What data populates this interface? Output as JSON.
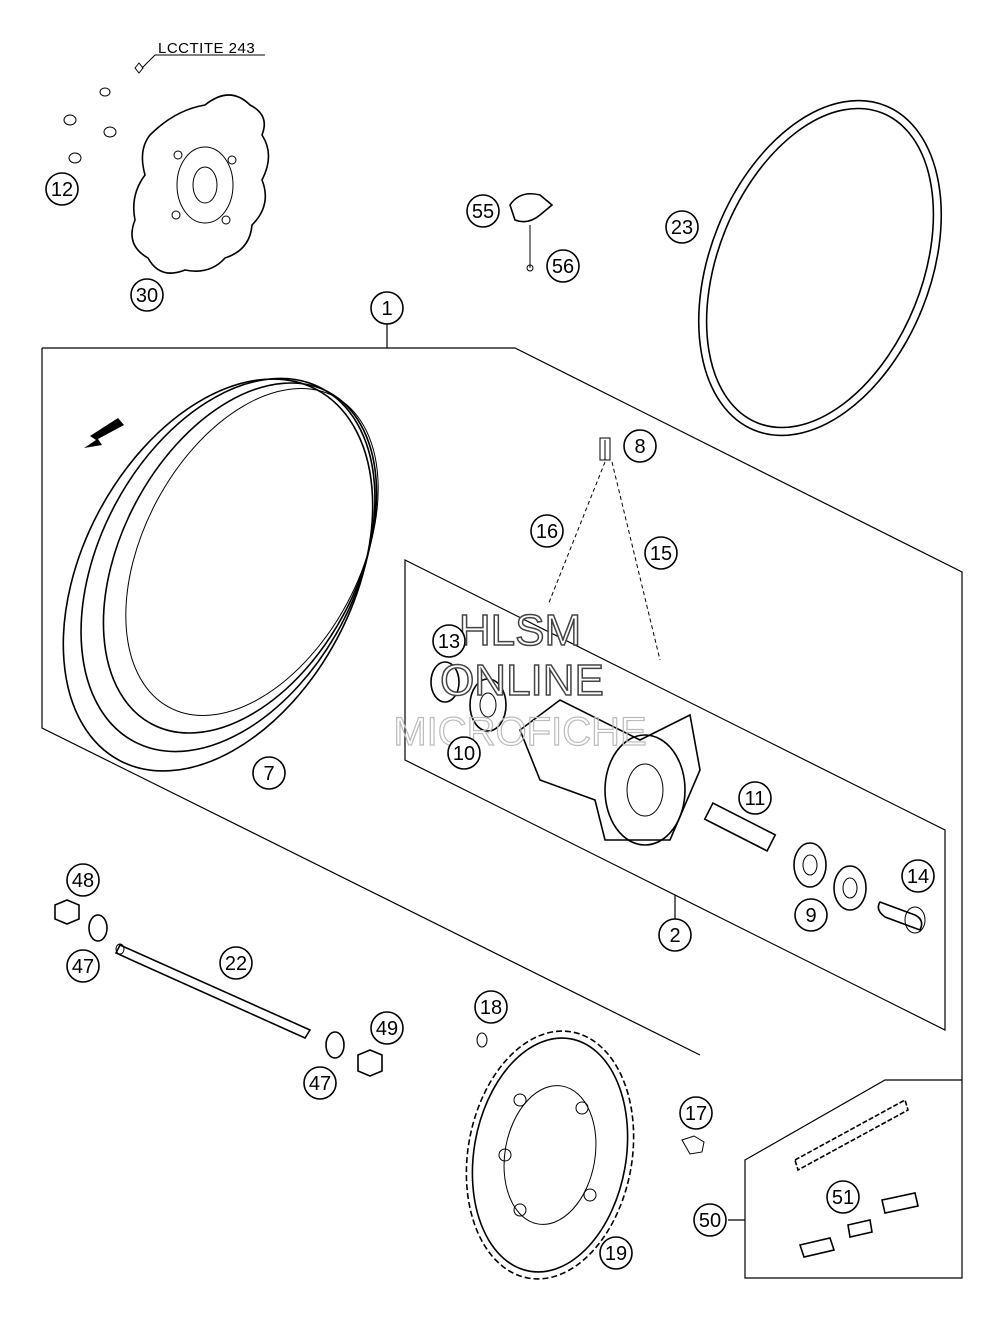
{
  "note": {
    "loctite": "LCCTITE 243"
  },
  "watermark": {
    "line1": "HLSM",
    "line2": "ONLINE",
    "line3": "MICROFICHE"
  },
  "callouts": [
    {
      "id": "c12",
      "label": "12"
    },
    {
      "id": "c30",
      "label": "30"
    },
    {
      "id": "c55",
      "label": "55"
    },
    {
      "id": "c56",
      "label": "56"
    },
    {
      "id": "c23",
      "label": "23"
    },
    {
      "id": "c1",
      "label": "1"
    },
    {
      "id": "c8",
      "label": "8"
    },
    {
      "id": "c16",
      "label": "16"
    },
    {
      "id": "c15",
      "label": "15"
    },
    {
      "id": "c13",
      "label": "13"
    },
    {
      "id": "c10",
      "label": "10"
    },
    {
      "id": "c7",
      "label": "7"
    },
    {
      "id": "c11",
      "label": "11"
    },
    {
      "id": "c14",
      "label": "14"
    },
    {
      "id": "c9",
      "label": "9"
    },
    {
      "id": "c2",
      "label": "2"
    },
    {
      "id": "c48",
      "label": "48"
    },
    {
      "id": "c47a",
      "label": "47"
    },
    {
      "id": "c22",
      "label": "22"
    },
    {
      "id": "c49",
      "label": "49"
    },
    {
      "id": "c47b",
      "label": "47"
    },
    {
      "id": "c18",
      "label": "18"
    },
    {
      "id": "c17",
      "label": "17"
    },
    {
      "id": "c51",
      "label": "51"
    },
    {
      "id": "c50",
      "label": "50"
    },
    {
      "id": "c19",
      "label": "19"
    }
  ]
}
